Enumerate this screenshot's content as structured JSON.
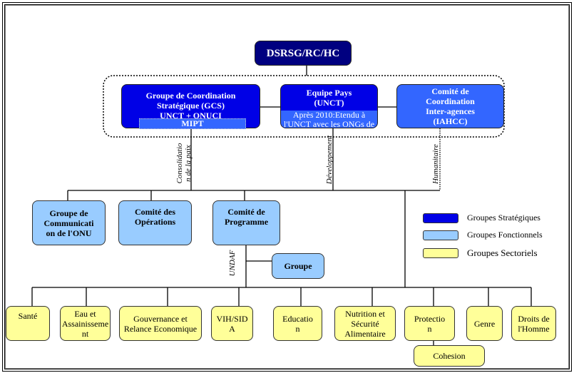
{
  "top": {
    "label": "DSRSG/RC/HC"
  },
  "strategic": {
    "gcs": {
      "label": "Groupe de Coordination\nStratégique (GCS)\nUNCT + ONUCI",
      "sub": "MIPT"
    },
    "unct": {
      "label": "Equipe Pays\n(UNCT)",
      "sub": "Après 2010:Etendu à\nl'UNCT avec les ONGs de"
    },
    "iahcc": {
      "label": "Comité de\nCoordination\nInter-agences\n(IAHCC)"
    }
  },
  "branch_labels": {
    "peace": "Consolidatio\nn de la paix",
    "development": "Développement",
    "humanitarian": "Humanitaire",
    "undaf": "UNDAF"
  },
  "functional": [
    {
      "label": "Groupe de\nCommunicati\non de l'ONU"
    },
    {
      "label": "Comité des\nOpérations"
    },
    {
      "label": "Comité de\nProgramme"
    },
    {
      "label": "Groupe"
    }
  ],
  "sectoral": [
    {
      "label": "Santé"
    },
    {
      "label": "Eau et\nAssainisseme\nnt"
    },
    {
      "label": "Gouvernance et\nRelance Economique"
    },
    {
      "label": "VIH/SID\nA"
    },
    {
      "label": "Educatio\nn"
    },
    {
      "label": "Nutrition et\nSécurité\nAlimentaire"
    },
    {
      "label": "Protectio\nn"
    },
    {
      "label": "Genre"
    },
    {
      "label": "Droits de\nl'Homme"
    },
    {
      "label": "Cohesion"
    }
  ],
  "legend": [
    {
      "label": "Groupes Stratégiques",
      "color": "#0000e6"
    },
    {
      "label": "Groupes Fonctionnels",
      "color": "#99ccff"
    },
    {
      "label": "Groupes Sectoriels",
      "color": "#ffff99"
    }
  ],
  "colors": {
    "top": "#000080",
    "strategic": "#0000e6",
    "unct_sub": "#3366ff",
    "iahcc": "#3366ff"
  }
}
